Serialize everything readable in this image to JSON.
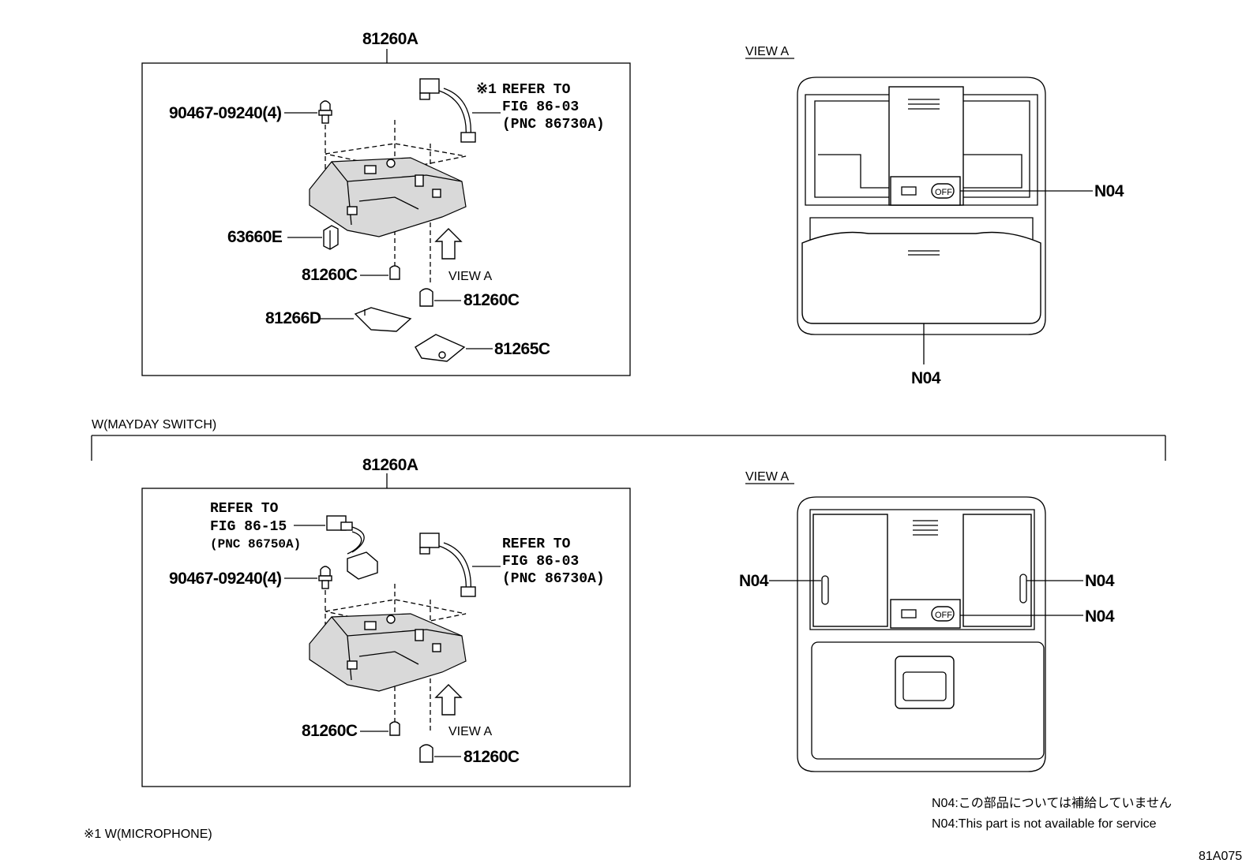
{
  "top_assembly": {
    "box_label": "81260A",
    "clip": "90467-09240(4)",
    "connector": "63660E",
    "bulb_left": "81260C",
    "bulb_right": "81260C",
    "bracket_d": "81266D",
    "bracket_c": "81265C",
    "view_arrow": "VIEW A",
    "ref_note_mark": "※1",
    "ref_line1": "REFER TO",
    "ref_line2": "FIG 86-03",
    "ref_line3": "(PNC 86730A)"
  },
  "top_view": {
    "title": "VIEW A",
    "n04_right": "N04",
    "n04_bottom": "N04",
    "off_label": "OFF"
  },
  "section_divider": {
    "label": "W(MAYDAY SWITCH)"
  },
  "bottom_assembly": {
    "box_label": "81260A",
    "ref_a_line1": "REFER TO",
    "ref_a_line2": "FIG 86-15",
    "ref_a_line3": "(PNC 86750A)",
    "ref_b_line1": "REFER TO",
    "ref_b_line2": "FIG 86-03",
    "ref_b_line3": "(PNC 86730A)",
    "clip": "90467-09240(4)",
    "bulb_left": "81260C",
    "bulb_right": "81260C",
    "view_arrow": "VIEW A"
  },
  "bottom_view": {
    "title": "VIEW A",
    "n04_left": "N04",
    "n04_right_top": "N04",
    "n04_right_bottom": "N04",
    "off_label": "OFF"
  },
  "notes": {
    "jp": "N04:この部品については補給していません",
    "en": "N04:This part is not available for service",
    "footnote": "※1 W(MICROPHONE)",
    "figure_id": "81A075"
  }
}
